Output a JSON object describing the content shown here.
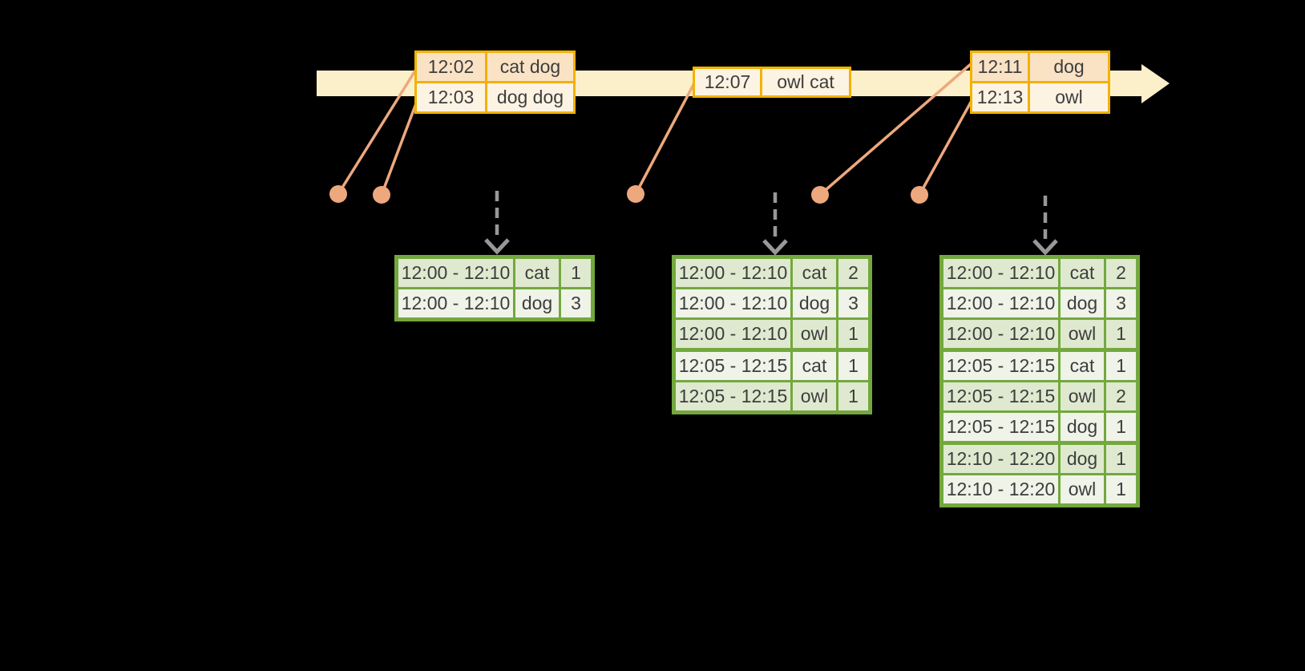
{
  "colors": {
    "bg": "#000000",
    "text": "#3d3d3d",
    "timeline_fill": "#fbf0c9",
    "event_border": "#f2b200",
    "event_row_dark": "#fae2c5",
    "event_row_light": "#fdf3e2",
    "marker": "#eea87d",
    "trigger_arrow": "#989898",
    "result_border": "#73a83e",
    "result_row_dark": "#dfe9cf",
    "result_row_light": "#eff3e8"
  },
  "timeline_events": [
    {
      "time": "12:02",
      "words": "cat dog"
    },
    {
      "time": "12:03",
      "words": "dog dog"
    },
    {
      "time": "12:07",
      "words": "owl cat"
    },
    {
      "time": "12:11",
      "words": "dog"
    },
    {
      "time": "12:13",
      "words": "owl"
    }
  ],
  "event_tables": [
    {
      "first_shade": "dark",
      "rows": [
        [
          "12:02",
          "cat dog"
        ],
        [
          "12:03",
          "dog dog"
        ]
      ]
    },
    {
      "first_shade": "light",
      "rows": [
        [
          "12:07",
          "owl cat"
        ]
      ]
    },
    {
      "first_shade": "dark",
      "rows": [
        [
          "12:11",
          "dog"
        ],
        [
          "12:13",
          "owl"
        ]
      ]
    }
  ],
  "result_tables": [
    {
      "first_shade": "dark",
      "groups": [
        2
      ],
      "rows": [
        [
          "12:00 - 12:10",
          "cat",
          "1"
        ],
        [
          "12:00 - 12:10",
          "dog",
          "3"
        ]
      ]
    },
    {
      "first_shade": "dark",
      "groups": [
        3,
        2
      ],
      "rows": [
        [
          "12:00 - 12:10",
          "cat",
          "2"
        ],
        [
          "12:00 - 12:10",
          "dog",
          "3"
        ],
        [
          "12:00 - 12:10",
          "owl",
          "1"
        ],
        [
          "12:05 - 12:15",
          "cat",
          "1"
        ],
        [
          "12:05 - 12:15",
          "owl",
          "1"
        ]
      ]
    },
    {
      "first_shade": "dark",
      "groups": [
        3,
        3,
        2
      ],
      "rows": [
        [
          "12:00 - 12:10",
          "cat",
          "2"
        ],
        [
          "12:00 - 12:10",
          "dog",
          "3"
        ],
        [
          "12:00 - 12:10",
          "owl",
          "1"
        ],
        [
          "12:05 - 12:15",
          "cat",
          "1"
        ],
        [
          "12:05 - 12:15",
          "owl",
          "2"
        ],
        [
          "12:05 - 12:15",
          "dog",
          "1"
        ],
        [
          "12:10 - 12:20",
          "dog",
          "1"
        ],
        [
          "12:10 - 12:20",
          "owl",
          "1"
        ]
      ]
    }
  ]
}
